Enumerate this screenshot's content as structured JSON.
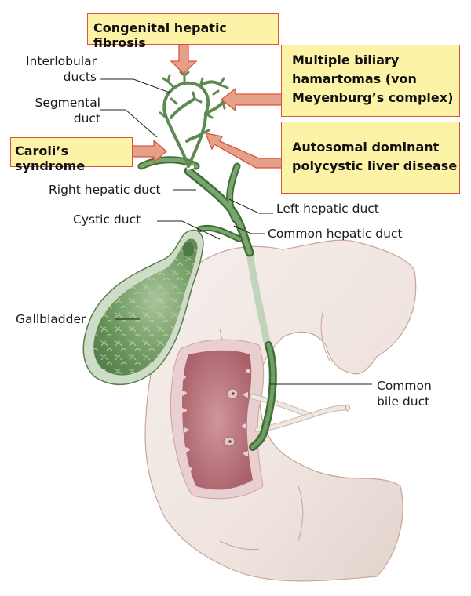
{
  "diagram": {
    "title": "Biliary tree and associated ductal plate malformations",
    "colors": {
      "box_fill": "#fcf3a6",
      "box_border": "#e0503c",
      "arrow_fill": "#e5a08a",
      "arrow_border": "#d9533d",
      "duct_green": "#5e8a52",
      "gallbladder_green": "#6f9a63",
      "duodenum_fill": "#f2e8e4",
      "mucosa": "#b66f77"
    },
    "callout_boxes": [
      {
        "id": "congenital-hepatic-fibrosis",
        "lines": [
          "Congenital hepatic fibrosis"
        ]
      },
      {
        "id": "multiple-biliary-hamartomas",
        "lines": [
          "Multiple biliary",
          "hamartomas (von",
          "Meyenburg’s complex)"
        ]
      },
      {
        "id": "adpkd",
        "lines": [
          "Autosomal dominant",
          "polycystic liver disease"
        ]
      },
      {
        "id": "carolis-syndrome",
        "lines": [
          "Caroli’s syndrome"
        ]
      }
    ],
    "labels": {
      "interlobular": [
        "Interlobular",
        "ducts"
      ],
      "segmental": [
        "Segmental",
        "duct"
      ],
      "right_hepatic": "Right hepatic duct",
      "left_hepatic": "Left hepatic duct",
      "cystic": "Cystic duct",
      "common_hepatic": "Common hepatic duct",
      "gallbladder": "Gallbladder",
      "common_bile": [
        "Common",
        "bile duct"
      ]
    }
  }
}
